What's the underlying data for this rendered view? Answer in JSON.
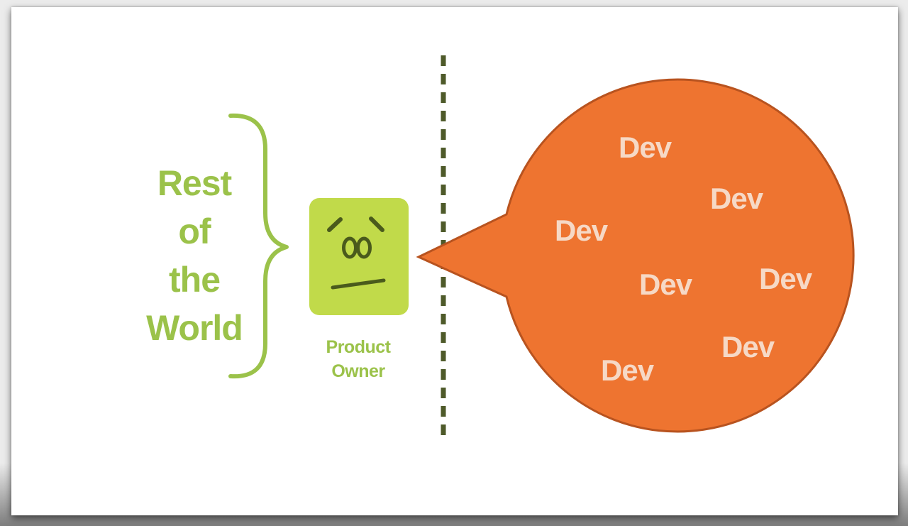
{
  "diagram": {
    "rest_of_world": "Rest\nof\nthe\nWorld",
    "product_owner": "Product\nOwner",
    "dev_labels": [
      "Dev",
      "Dev",
      "Dev",
      "Dev",
      "Dev",
      "Dev",
      "Dev"
    ],
    "icons": {
      "brace": "right-curly-brace-icon",
      "face": "worried-face-icon"
    },
    "colors": {
      "green_text": "#9bc24a",
      "green_box": "#c1da4a",
      "face_dark": "#4a5a1c",
      "divider": "#4e5a2a",
      "bubble_fill": "#ee7430",
      "bubble_stroke": "#b8531f",
      "dev_text": "#f6d9c6"
    }
  }
}
